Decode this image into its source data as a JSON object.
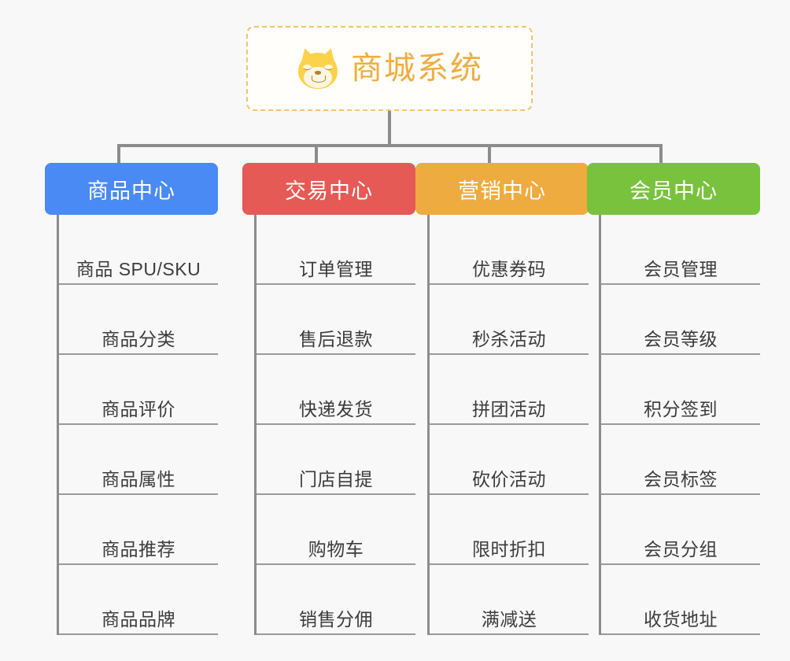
{
  "page": {
    "background_color": "#f8f8f8",
    "line_color": "#8c8c8c"
  },
  "root": {
    "title": "商城系统",
    "icon": "dog-face-icon",
    "border_color": "#f3c36a",
    "text_color": "#f0ad3e",
    "background_color": "#fffefb"
  },
  "columns": [
    {
      "id": "product-center",
      "label": "商品中心",
      "color": "#4a8af4",
      "items": [
        "商品 SPU/SKU",
        "商品分类",
        "商品评价",
        "商品属性",
        "商品推荐",
        "商品品牌"
      ]
    },
    {
      "id": "trade-center",
      "label": "交易中心",
      "color": "#e55a55",
      "items": [
        "订单管理",
        "售后退款",
        "快递发货",
        "门店自提",
        "购物车",
        "销售分佣"
      ]
    },
    {
      "id": "marketing-center",
      "label": "营销中心",
      "color": "#eeab3f",
      "items": [
        "优惠券码",
        "秒杀活动",
        "拼团活动",
        "砍价活动",
        "限时折扣",
        "满减送"
      ]
    },
    {
      "id": "member-center",
      "label": "会员中心",
      "color": "#79c23e",
      "items": [
        "会员管理",
        "会员等级",
        "积分签到",
        "会员标签",
        "会员分组",
        "收货地址"
      ]
    }
  ]
}
